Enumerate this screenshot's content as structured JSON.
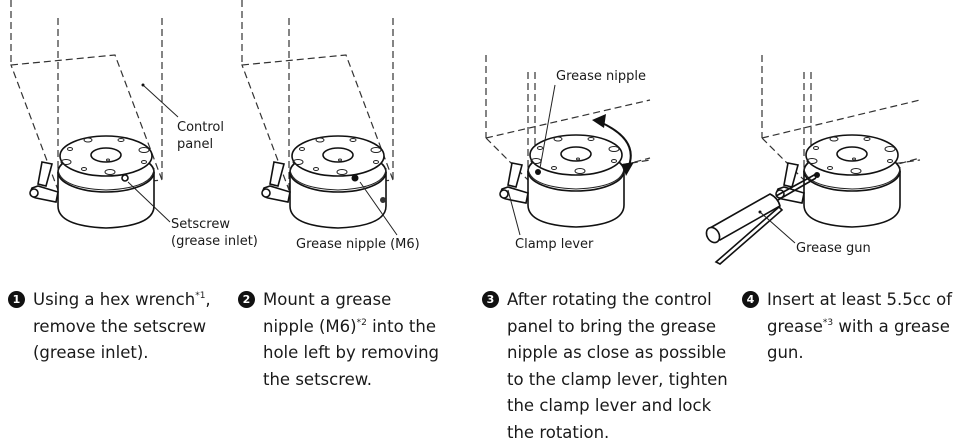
{
  "figures": [
    {
      "id": 1,
      "labels": [
        "Control",
        "panel",
        "Setscrew",
        "(grease inlet)"
      ]
    },
    {
      "id": 2,
      "labels": [
        "Grease nipple (M6)"
      ]
    },
    {
      "id": 3,
      "labels": [
        "Grease nipple",
        "Clamp lever"
      ]
    },
    {
      "id": 4,
      "labels": [
        "Grease gun"
      ]
    }
  ],
  "steps": [
    {
      "number": "1",
      "lines": [
        "Using a hex wrench",
        "remove the setscrew",
        "(grease inlet)."
      ],
      "footnote": "*1",
      "footnote_suffix": ","
    },
    {
      "number": "2",
      "lines": [
        "Mount a grease",
        "nipple (M6)",
        "into the",
        "hole left by removing",
        "the setscrew."
      ],
      "footnote": "*2"
    },
    {
      "number": "3",
      "lines": [
        "After rotating the control",
        "panel to bring the grease",
        "nipple as close as possible",
        "to the clamp lever, tighten",
        "the clamp lever and lock",
        "the rotation."
      ]
    },
    {
      "number": "4",
      "lines": [
        "Insert at least 5.5cc of",
        "grease",
        "with a grease",
        "gun."
      ],
      "footnote": "*3"
    }
  ]
}
